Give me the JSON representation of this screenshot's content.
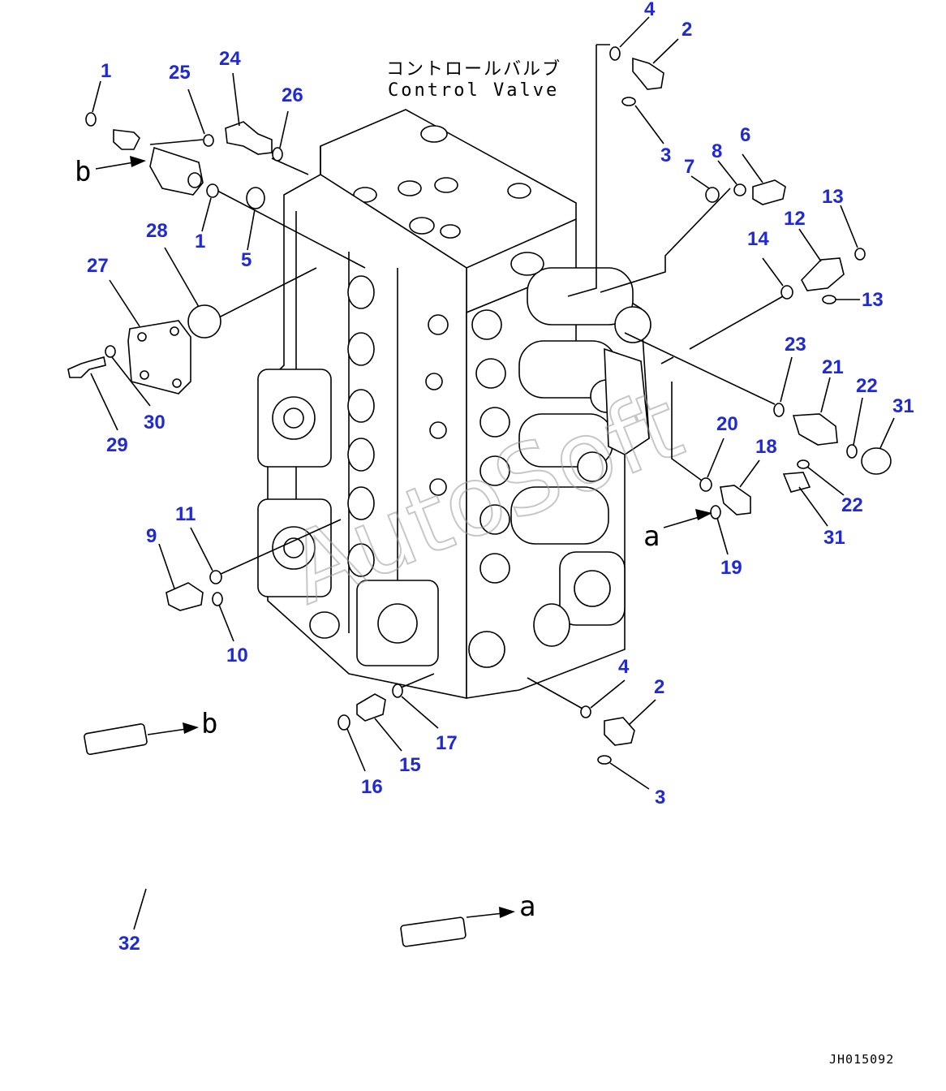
{
  "title_jp": "コントロールバルブ",
  "title_en": "Control Valve",
  "drawing_code": "JH015092",
  "watermark": "AutoSoft",
  "direction_letters": [
    {
      "id": "b1",
      "text": "b"
    },
    {
      "id": "b2",
      "text": "b"
    },
    {
      "id": "a1",
      "text": "a"
    },
    {
      "id": "a2",
      "text": "a"
    }
  ],
  "callouts": [
    {
      "id": "c1a",
      "text": "1"
    },
    {
      "id": "c25",
      "text": "25"
    },
    {
      "id": "c24",
      "text": "24"
    },
    {
      "id": "c26",
      "text": "26"
    },
    {
      "id": "c1b",
      "text": "1"
    },
    {
      "id": "c5",
      "text": "5"
    },
    {
      "id": "c28",
      "text": "28"
    },
    {
      "id": "c27",
      "text": "27"
    },
    {
      "id": "c29",
      "text": "29"
    },
    {
      "id": "c30",
      "text": "30"
    },
    {
      "id": "c4a",
      "text": "4"
    },
    {
      "id": "c2a",
      "text": "2"
    },
    {
      "id": "c3a",
      "text": "3"
    },
    {
      "id": "c6",
      "text": "6"
    },
    {
      "id": "c7",
      "text": "7"
    },
    {
      "id": "c8",
      "text": "8"
    },
    {
      "id": "c12",
      "text": "12"
    },
    {
      "id": "c13a",
      "text": "13"
    },
    {
      "id": "c13b",
      "text": "13"
    },
    {
      "id": "c14",
      "text": "14"
    },
    {
      "id": "c23",
      "text": "23"
    },
    {
      "id": "c21",
      "text": "21"
    },
    {
      "id": "c22a",
      "text": "22"
    },
    {
      "id": "c31a",
      "text": "31"
    },
    {
      "id": "c22b",
      "text": "22"
    },
    {
      "id": "c31b",
      "text": "31"
    },
    {
      "id": "c20",
      "text": "20"
    },
    {
      "id": "c18",
      "text": "18"
    },
    {
      "id": "c19",
      "text": "19"
    },
    {
      "id": "c9",
      "text": "9"
    },
    {
      "id": "c11",
      "text": "11"
    },
    {
      "id": "c10",
      "text": "10"
    },
    {
      "id": "c4b",
      "text": "4"
    },
    {
      "id": "c2b",
      "text": "2"
    },
    {
      "id": "c3b",
      "text": "3"
    },
    {
      "id": "c17",
      "text": "17"
    },
    {
      "id": "c15",
      "text": "15"
    },
    {
      "id": "c16",
      "text": "16"
    },
    {
      "id": "c32",
      "text": "32"
    }
  ]
}
